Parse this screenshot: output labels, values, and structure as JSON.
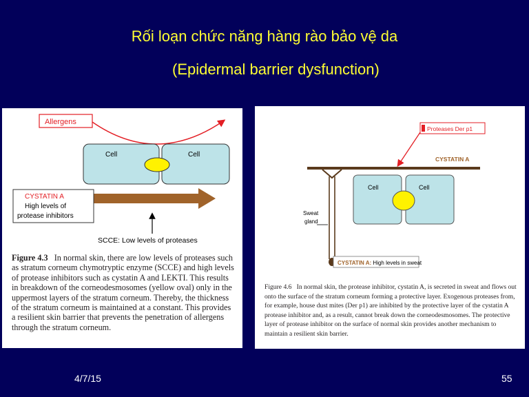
{
  "slide": {
    "title_line1": "Rối loạn chức năng hàng rào bảo vệ da",
    "title_line2": "(Epidermal barrier dysfunction)",
    "date": "4/7/15",
    "page_number": "55"
  },
  "left_figure": {
    "allergens_label": "Allergens",
    "cell_left": "Cell",
    "cell_right": "Cell",
    "cystatin_label": "CYSTATIN A",
    "inhibitor_line1": "High levels of",
    "inhibitor_line2": "protease inhibitors",
    "scce_label": "SCCE: Low levels of proteases",
    "caption_number": "Figure 4.3",
    "caption_text": "In normal skin, there are low levels of proteases such as stratum corneum chymotryptic enzyme (SCCE) and high levels of protease inhibitors such as cystatin A and LEKTI. This results in breakdown of the corneodesmosomes (yellow oval) only in the uppermost layers of the stratum corneum. Thereby, the thickness of the stratum corneum is maintained at a constant. This provides a resilient skin barrier that prevents the penetration of allergens through the stratum corneum.",
    "colors": {
      "cell_fill": "#bde3e8",
      "oval_fill": "#fff200",
      "arrow_fill": "#a0632a",
      "red": "#e31e24"
    }
  },
  "right_figure": {
    "proteases_label": "Proteases Der p1",
    "cystatin_label": "CYSTATIN A",
    "cell_left": "Cell",
    "cell_right": "Cell",
    "sweat_line1": "Sweat",
    "sweat_line2": "gland",
    "sweat_label_bold": "CYSTATIN A:",
    "sweat_label_rest": "High levels in sweat",
    "caption_number": "Figure 4.6",
    "caption_text": "In normal skin, the protease inhibitor, cystatin A, is secreted in sweat and flows out onto the surface of the stratum corneum forming a protective layer. Exogenous proteases from, for example, house dust mites (Der p1) are inhibited by the protective layer of the cystatin A protease inhibitor and, as a result, cannot break down the corneodesmosomes. The protective layer of protease inhibitor on the surface of normal skin provides another mechanism to maintain a resilient skin barrier.",
    "colors": {
      "layer": "#5a3a1c",
      "cell_fill": "#bde3e8",
      "oval_fill": "#fff200",
      "red": "#e31e24"
    }
  }
}
